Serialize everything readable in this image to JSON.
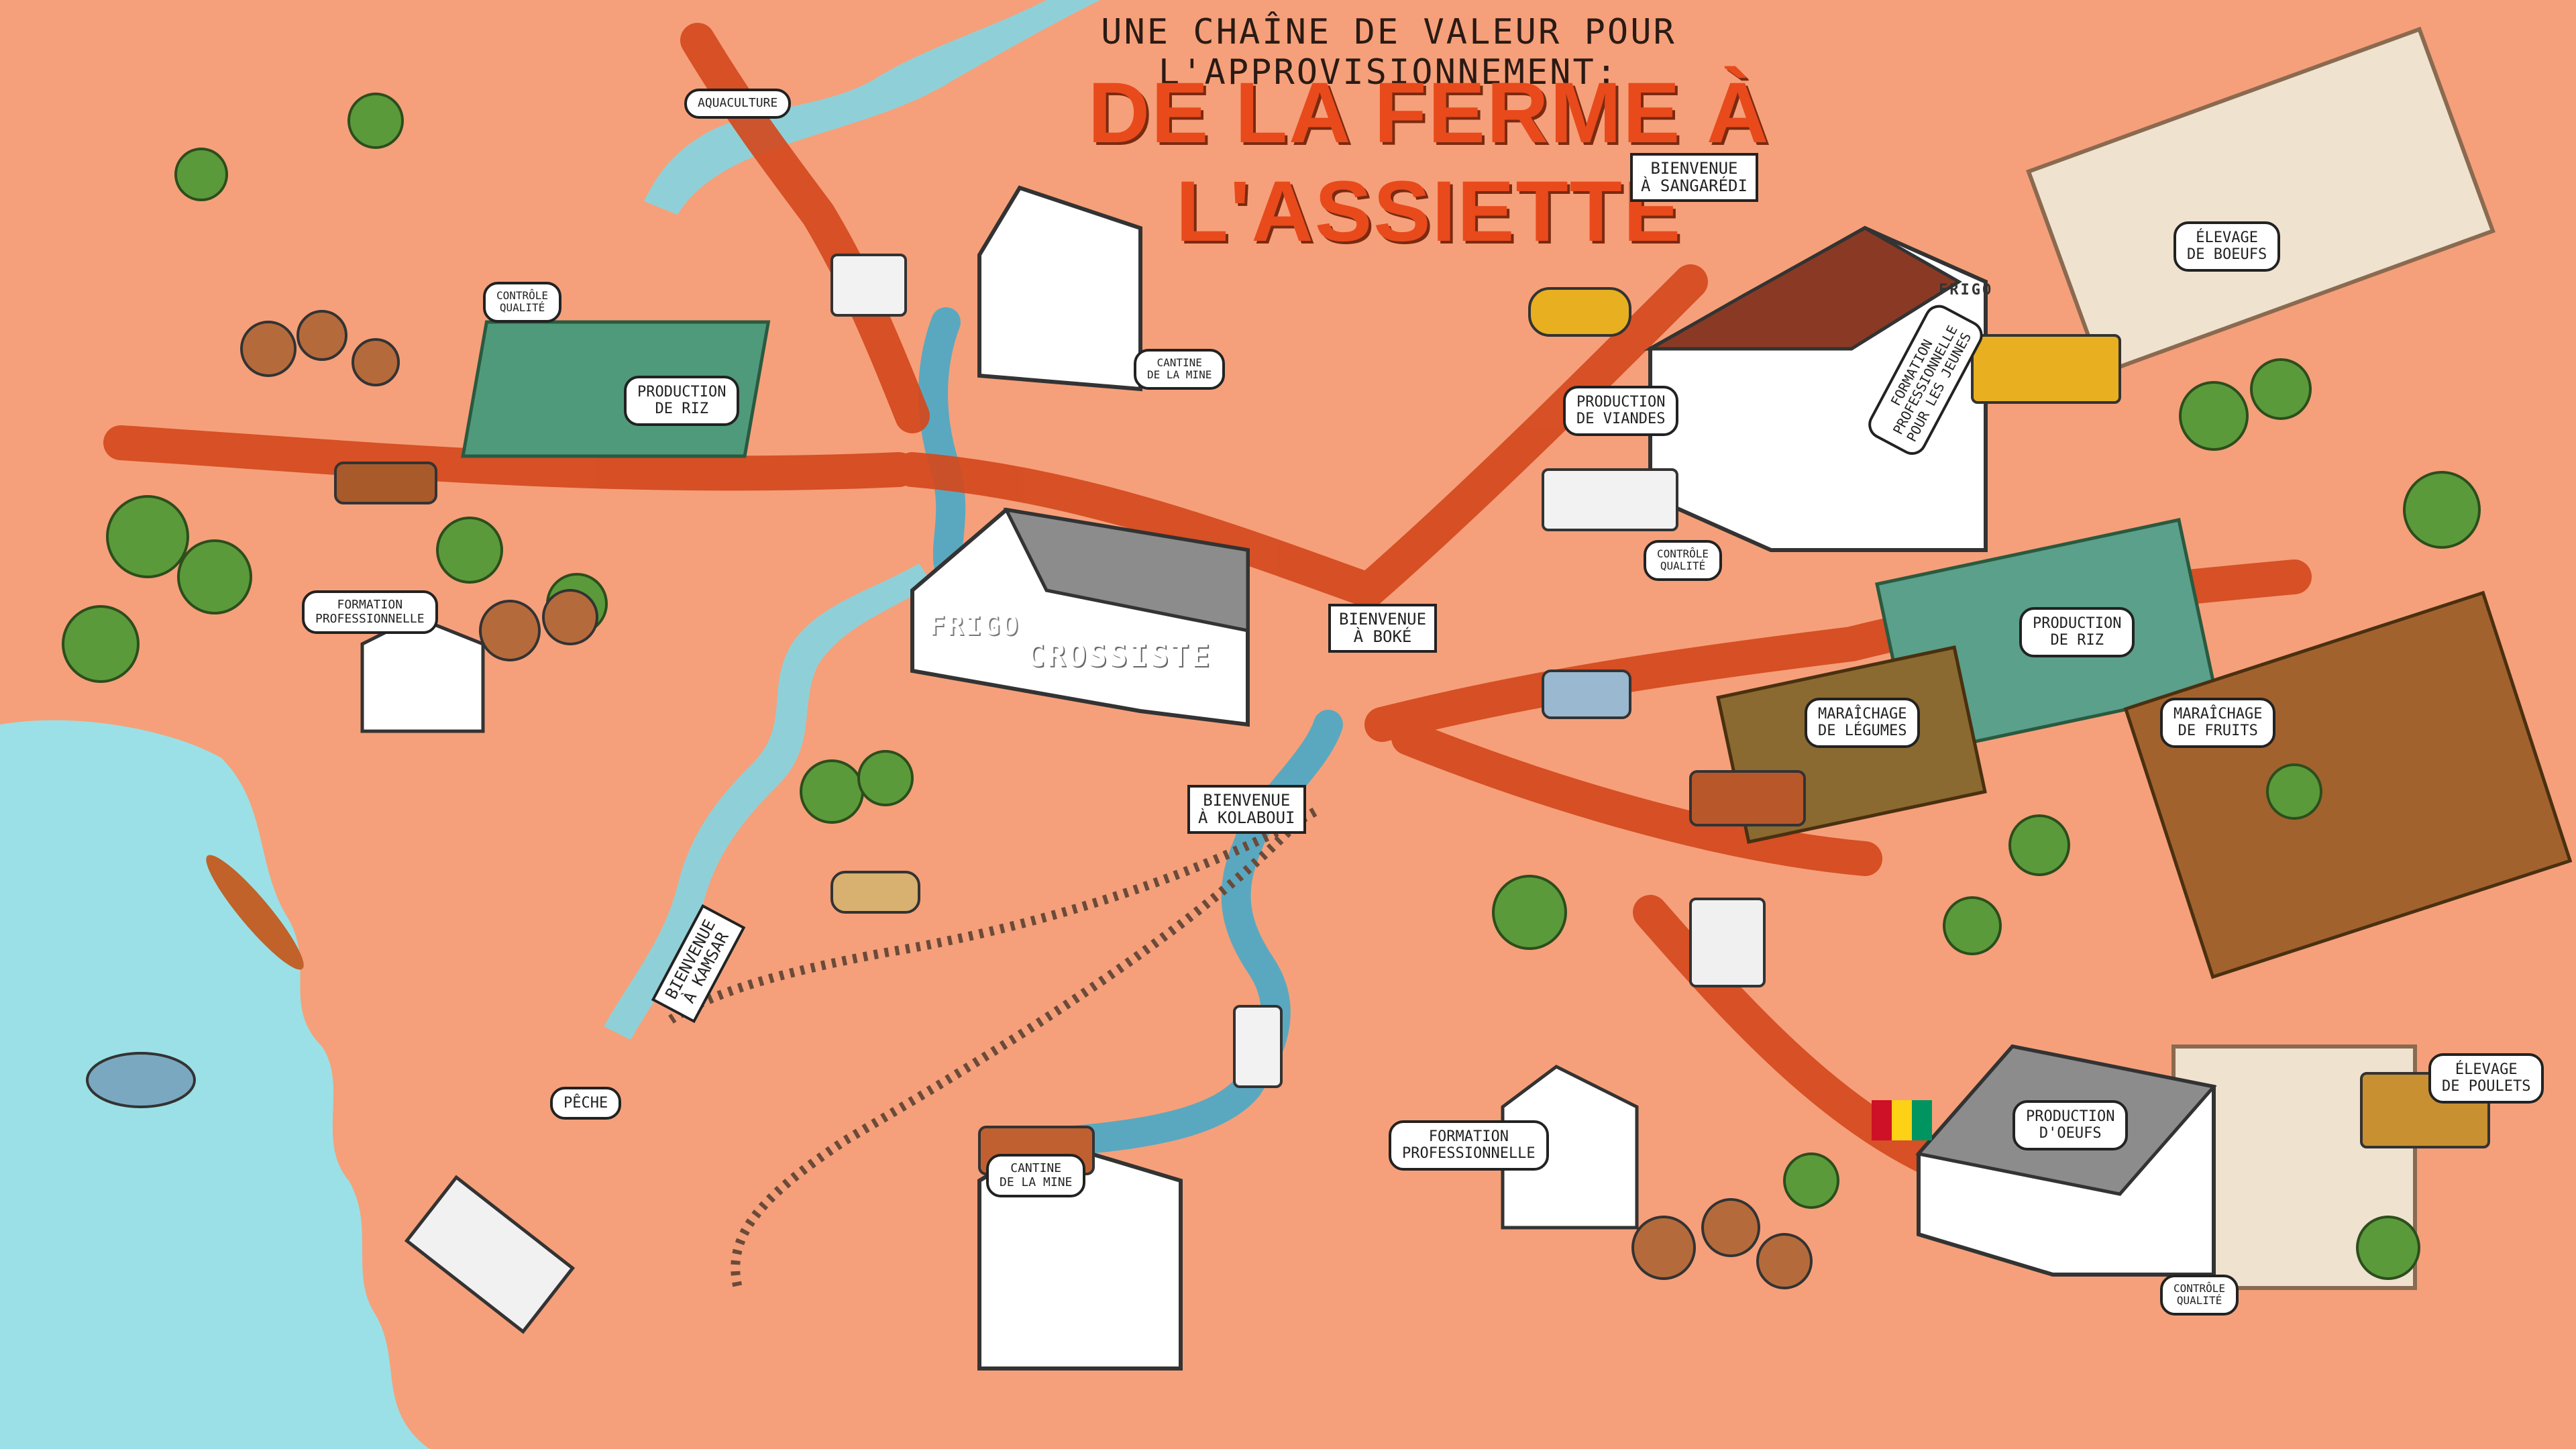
{
  "header": {
    "subtitle": "UNE CHAÎNE DE VALEUR POUR L'APPROVISIONNEMENT:",
    "title": "DE LA FERME À L'ASSIETTE"
  },
  "labels": {
    "aquaculture": "AQUACULTURE",
    "controle_qualite_1": "CONTRÔLE\nQUALITÉ",
    "production_riz_1": "PRODUCTION\nDE RIZ",
    "cantine_mine_1": "CANTINE\nDE LA MINE",
    "formation_1": "FORMATION\nPROFESSIONNELLE",
    "production_viandes": "PRODUCTION\nDE VIANDES",
    "formation_2": "FORMATION\nPROFESSIONNELLE\nPOUR LES JEUNES",
    "controle_qualite_2": "CONTRÔLE\nQUALITÉ",
    "elevage_boeufs": "ÉLEVAGE\nDE BOEUFS",
    "production_riz_2": "PRODUCTION\nDE RIZ",
    "maraichage_legumes": "MARAÎCHAGE\nDE LÉGUMES",
    "maraichage_fruits": "MARAÎCHAGE\nDE FRUITS",
    "peche": "PÊCHE",
    "cantine_mine_2": "CANTINE\nDE LA MINE",
    "formation_3": "FORMATION\nPROFESSIONNELLE",
    "production_oeufs": "PRODUCTION\nD'OEUFS",
    "elevage_poulets": "ÉLEVAGE\nDE POULETS",
    "controle_qualite_3": "CONTRÔLE\nQUALITÉ"
  },
  "signs": {
    "sangaredi": "BIENVENUE\nÀ SANGARÉDI",
    "boke": "BIENVENUE\nÀ BOKÉ",
    "kolaboui": "BIENVENUE\nÀ KOLABOUI",
    "kamsar": "BIENVENUE\nÀ KAMSAR"
  },
  "buildings": {
    "frigo_main": "FRIGO",
    "crossiste": "CROSSISTE",
    "frigo_meat": "FRIGO"
  },
  "colors": {
    "ground": "#f5a07a",
    "road": "#d4491e",
    "river": "#8fd0d8",
    "sea": "#9be0e6",
    "title": "#e84a1c"
  }
}
